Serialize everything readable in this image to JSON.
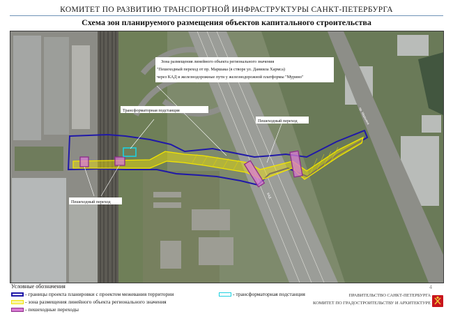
{
  "header": {
    "committee_title": "КОМИТЕТ ПО РАЗВИТИЮ ТРАНСПОРТНОЙ ИНФРАСТРУКТУРЫ САНКТ-ПЕТЕРБУРГА",
    "map_title": "Схема зон планируемого размещения объектов капитального строительства"
  },
  "map": {
    "labels": {
      "zone_line_1": "Зона размещения линейного объекта регионального значения",
      "zone_line_2": "\"Пешеходный переход от пр. Маршака (в створе ул. Даниила Хармса)",
      "zone_line_3": "через КАД и железнодорожные пути у железнодорожной платформы \"Мурино\"",
      "substation": "Трансформаторная подстанция",
      "crossing_east": "Пешеходный переход",
      "crossing_west": "Пешеходный переход"
    },
    "street_labels": {
      "avenue": "пр. Маршака",
      "ring_road": "КАД"
    },
    "colors": {
      "boundary": "#2019a8",
      "zone": "#f2e400",
      "crossing": "#c04cc0",
      "substation": "#1dd0e0"
    }
  },
  "legend": {
    "title": "Условные обозначения",
    "boundary": "- границы проекта планировки с проектом межевания территории",
    "zone": "- зона размещения линейного объекта регионального значения",
    "crossings": "- пешеходные переходы",
    "substation": "- трансформаторная подстанция"
  },
  "footer": {
    "government": "ПРАВИТЕЛЬСТВО САНКТ-ПЕТЕРБУРГА",
    "committee": "КОМИТЕТ ПО ГРАДОСТРОИТЕЛЬСТВУ И АРХИТЕКТУРЕ",
    "page_number": "4"
  }
}
